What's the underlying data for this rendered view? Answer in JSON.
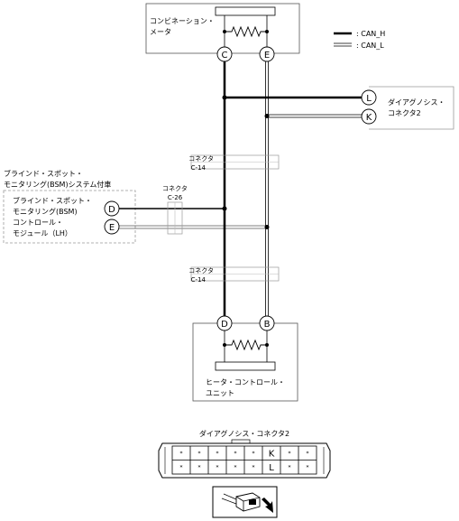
{
  "legend": {
    "can_h": ": CAN_H",
    "can_l": ": CAN_L"
  },
  "combination_meter": {
    "line1": "コンビネーション・",
    "line2": "メータ",
    "pin_c": "C",
    "pin_e": "E"
  },
  "diagnosis_connector": {
    "line1": "ダイアグノシス・",
    "line2": "コネクタ2",
    "pin_l": "L",
    "pin_k": "K"
  },
  "connector_upper": {
    "line1": "コネクタ",
    "line2": "C-14"
  },
  "connector_lower": {
    "line1": "コネクタ",
    "line2": "C-14"
  },
  "connector_c26": {
    "line1": "コネクタ",
    "line2": "C-26"
  },
  "bsm_system": {
    "line1": "ブラインド・スポット・",
    "line2": "モニタリング(BSM)システム付車"
  },
  "bsm_module": {
    "line1": "ブラインド・スポット・",
    "line2": "モニタリング(BSM)",
    "line3": "コントロール・",
    "line4": "モジュール（LH）",
    "pin_d": "D",
    "pin_e": "E"
  },
  "heater_control_unit": {
    "line1": "ヒータ・コントロール・",
    "line2": "ユニット",
    "pin_d": "D",
    "pin_b": "B"
  },
  "connector_face": {
    "title": "ダイアグノシス・コネクタ2",
    "top_row": [
      "*",
      "*",
      "*",
      "*",
      "*",
      "K",
      "*",
      "*"
    ],
    "bottom_row": [
      "*",
      "*",
      "*",
      "*",
      "*",
      "L",
      "*",
      "*"
    ]
  }
}
